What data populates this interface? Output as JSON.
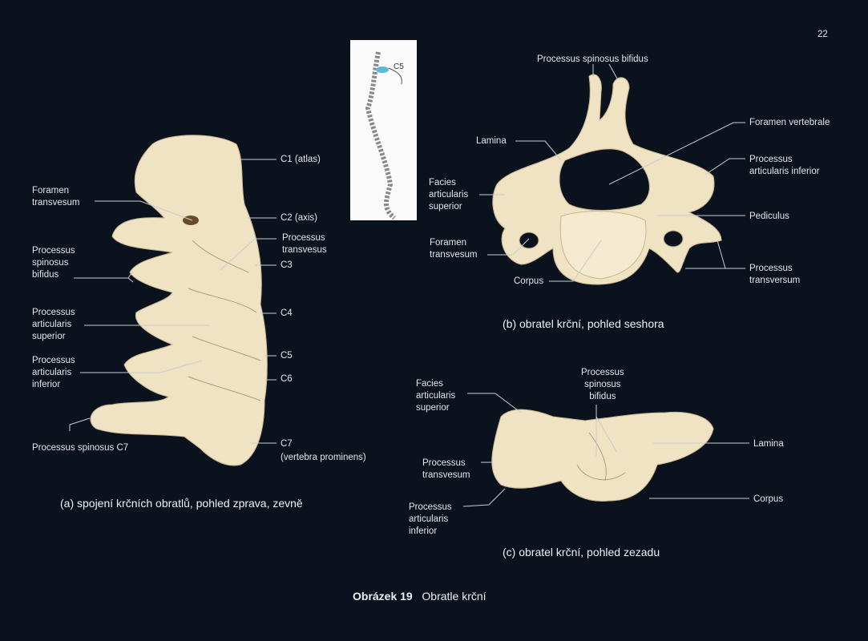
{
  "page_number": "22",
  "figure": {
    "number": "Obrázek 19",
    "title": "Obratle krční"
  },
  "inset": {
    "label": "C5",
    "highlight_color": "#5fb8d8"
  },
  "panel_a": {
    "caption": "(a) spojení krčních obratlů, pohled zprava, zevně",
    "labels": {
      "c1": "C1 (atlas)",
      "c2": "C2 (axis)",
      "c3": "C3",
      "c4": "C4",
      "c5": "C5",
      "c6": "C6",
      "c7": "C7",
      "c7_note": "(vertebra prominens)",
      "foramen": "Foramen\ntransvesum",
      "proc_transvesus": "Processus\ntransvesus",
      "spinosus_bifidus": "Processus\nspinosus\nbifidus",
      "artic_superior": "Processus\narticularis\nsuperior",
      "artic_inferior": "Processus\narticularis\ninferior",
      "spinosus_c7": "Processus spinosus C7"
    }
  },
  "panel_b": {
    "caption": "(b) obratel krční, pohled seshora",
    "labels": {
      "spinosus_bifidus": "Processus spinosus bifidus",
      "lamina": "Lamina",
      "foramen_vertebrale": "Foramen vertebrale",
      "facies": "Facies\narticularis\nsuperior",
      "artic_inferior": "Processus\narticularis inferior",
      "pediculus": "Pediculus",
      "foramen_transvesum": "Foramen\ntransvesum",
      "corpus": "Corpus",
      "transversum": "Processus\ntransversum"
    }
  },
  "panel_c": {
    "caption": "(c) obratel krční, pohled zezadu",
    "labels": {
      "facies": "Facies\narticularis\nsuperior",
      "spinosus_bifidus": "Processus\nspinosus\nbifidus",
      "lamina": "Lamina",
      "transvesum": "Processus\ntransvesum",
      "corpus": "Corpus",
      "artic_inferior": "Processus\narticularis\ninferior"
    }
  },
  "colors": {
    "background": "#0a121d",
    "bone": "#efe3c4",
    "bone_shadow": "#cdb998",
    "leader": "#c8ccd0"
  }
}
